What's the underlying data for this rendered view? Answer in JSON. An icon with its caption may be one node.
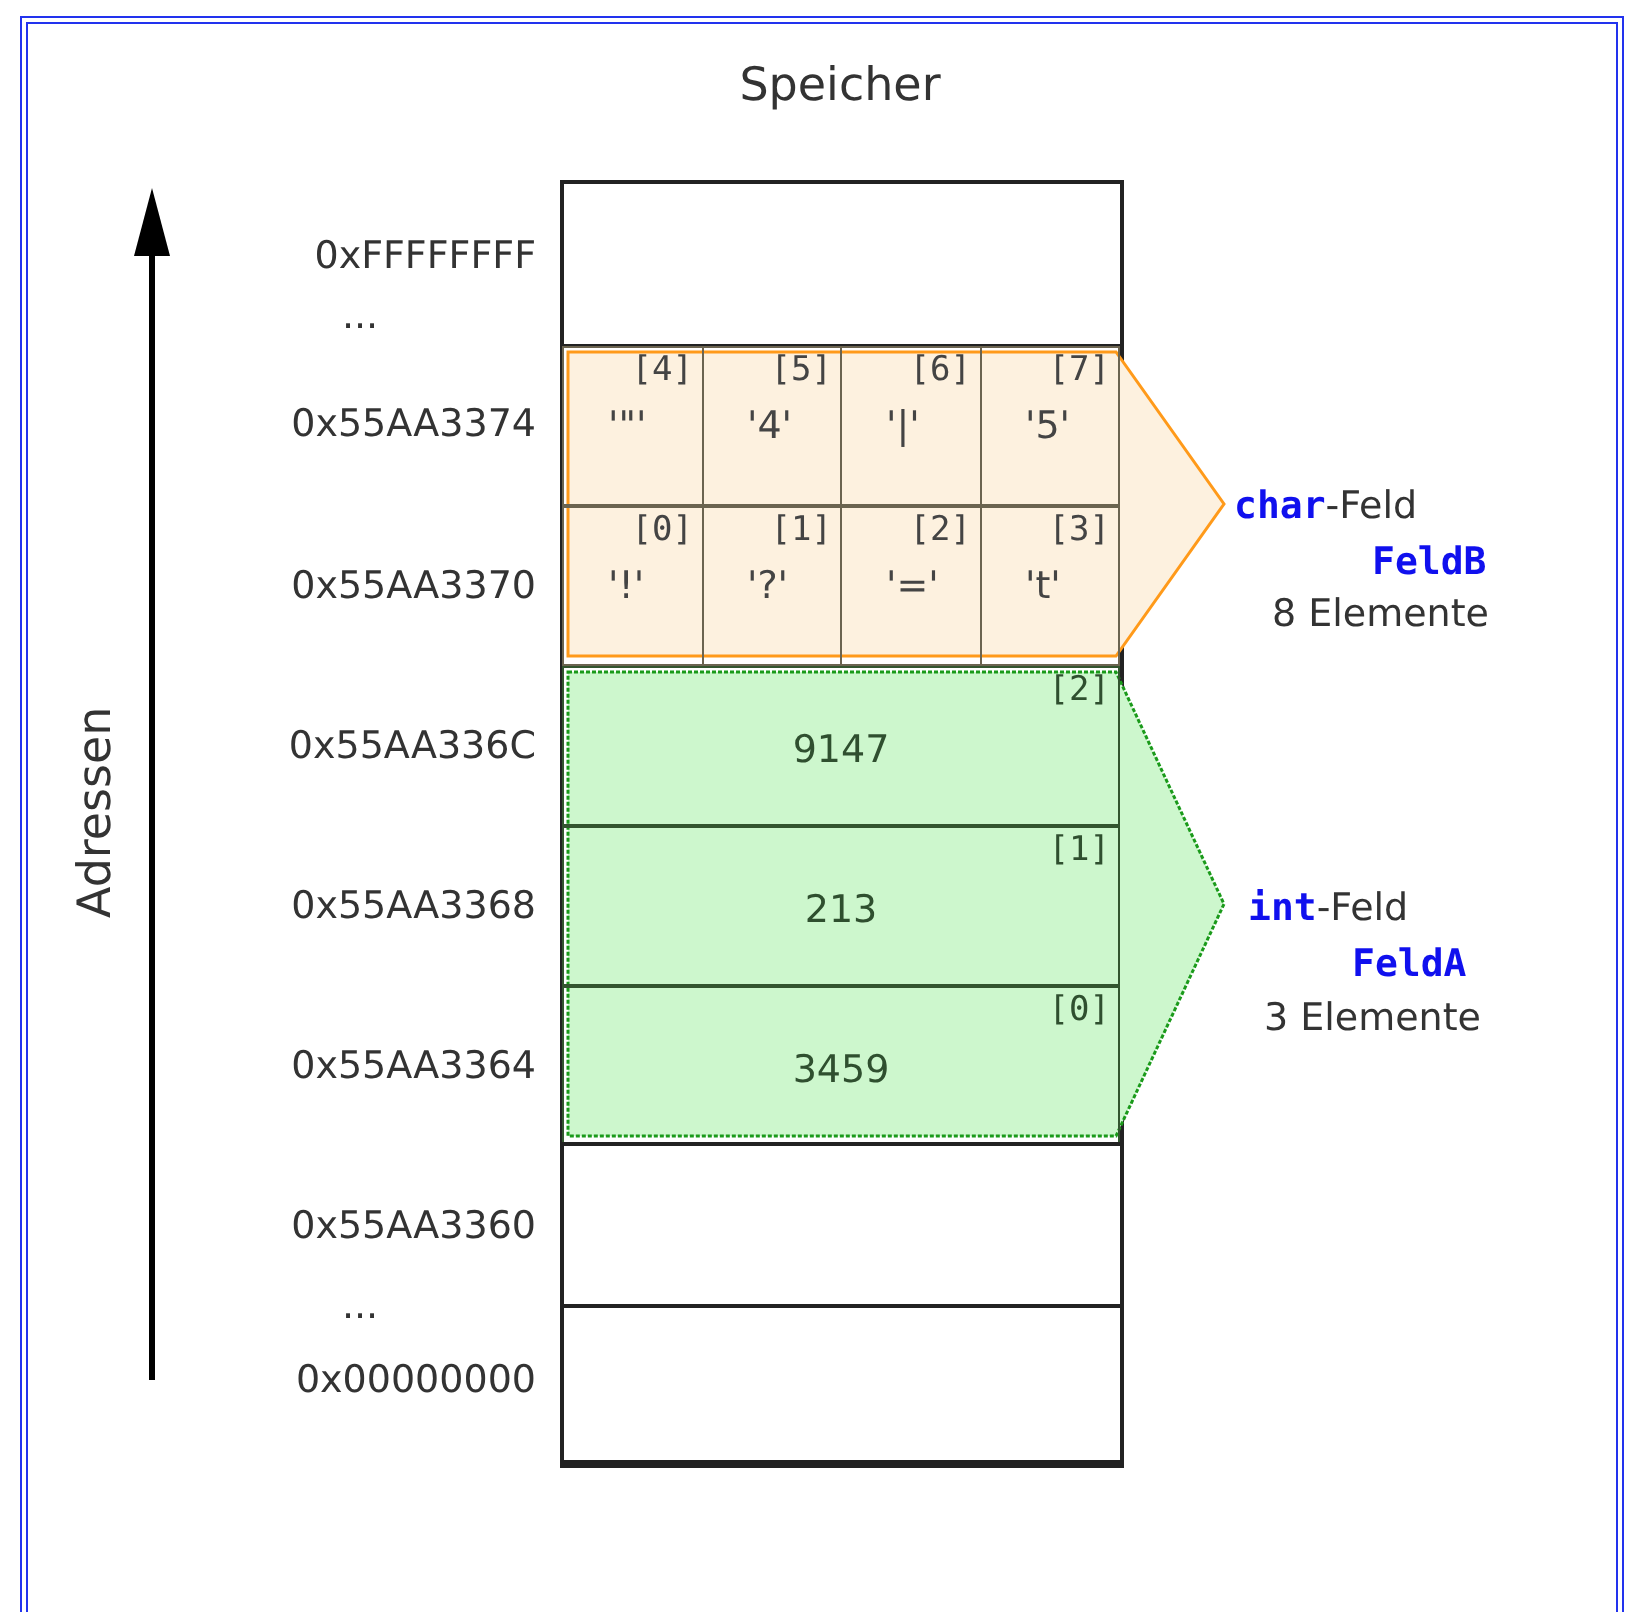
{
  "diagram": {
    "title": "Speicher",
    "nodes": [
      {
        "text": [],
        "shape": "box"
      },
      {
        "text": [
          "**char**-Feld",
          "FeldB",
          "8 Elemente"
        ]
      },
      {
        "text": [
          "[4]",
          "'\"'"
        ],
        "in": 1
      },
      {
        "text": [
          "[5]",
          "'4'"
        ],
        "in": 1
      },
      {
        "text": [
          "[6]",
          "'|'"
        ],
        "in": 1
      },
      {
        "text": [
          "[7]",
          "'5'"
        ],
        "in": 1
      },
      {
        "text": [
          "[0]",
          "'!'"
        ],
        "in": 1
      },
      {
        "text": [
          "[1]",
          "'?'"
        ],
        "in": 1
      },
      {
        "text": [
          "[2]",
          "'='"
        ],
        "in": 1
      },
      {
        "text": [
          "[3]",
          "'t'"
        ],
        "in": 1
      },
      {
        "text": [
          "**int**-Feld",
          "FeldA",
          "3 Elemente"
        ]
      },
      {
        "text": [
          "[2]",
          "9147"
        ],
        "in": 10
      },
      {
        "text": [
          "[1]",
          "213"
        ],
        "in": 10
      },
      {
        "text": [
          "[0]",
          "3459"
        ],
        "in": 10
      },
      {
        "text": [],
        "shape": "box"
      },
      {
        "text": [],
        "shape": "box"
      }
    ],
    "labels": [
      "0xFFFFFFFF",
      "...",
      "0x55AA3374",
      "0x55AA3370",
      "0x55AA336C",
      "0x55AA3368",
      "0x55AA3364",
      "0x55AA3360",
      "...",
      "0x00000000",
      "Adressen"
    ]
  }
}
